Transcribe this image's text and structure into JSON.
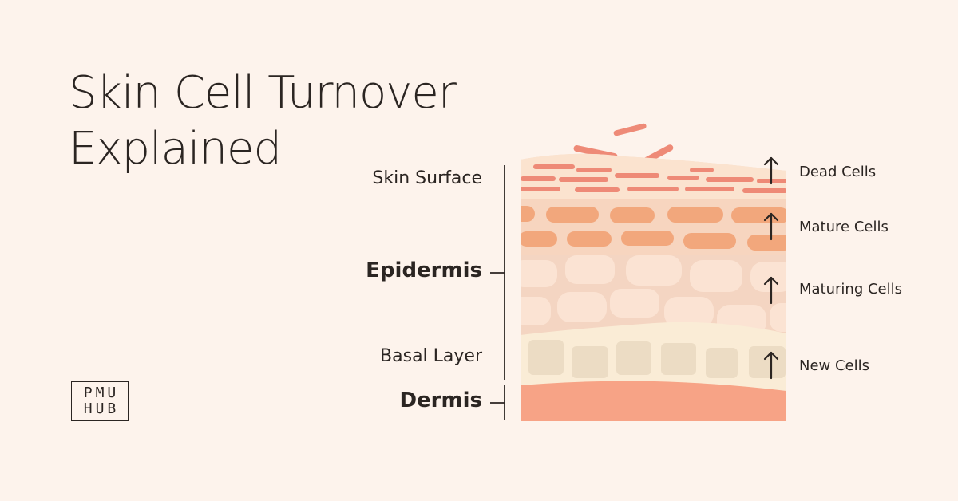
{
  "title": {
    "line1": "Skin Cell Turnover",
    "line2": "Explained"
  },
  "left_labels": {
    "skin_surface": "Skin Surface",
    "epidermis": "Epidermis",
    "basal_layer": "Basal Layer",
    "dermis": "Dermis"
  },
  "right_labels": {
    "dead_cells": "Dead Cells",
    "mature_cells": "Mature Cells",
    "maturing_cells": "Maturing Cells",
    "new_cells": "New Cells"
  },
  "logo": {
    "line1": "PMU",
    "line2": "HUB"
  },
  "colors": {
    "background": "#fdf3ec",
    "dermis": "#f7a386",
    "dead_cell": "#ee8a77",
    "mature_cell": "#f2a77c",
    "maturing_cell": "#fbe1d1",
    "new_cell": "#ecdcc4",
    "text": "#2b2522"
  },
  "icons": {
    "arrow": "up-arrow-icon"
  }
}
